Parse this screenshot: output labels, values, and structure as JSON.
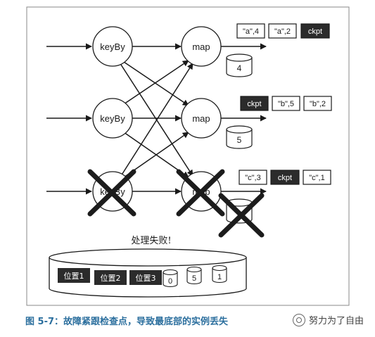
{
  "nodes": {
    "keyby_1": "keyBy",
    "keyby_2": "keyBy",
    "keyby_3": "keyBy",
    "map_1": "map",
    "map_2": "map",
    "map_3": "map"
  },
  "state_stores": {
    "map_1": "4",
    "map_2": "5"
  },
  "output_streams": {
    "row_1": [
      "\"a\",4",
      "\"a\",2",
      "ckpt"
    ],
    "row_2": [
      "ckpt",
      "\"b\",5",
      "\"b\",2"
    ],
    "row_3": [
      "\"c\",3",
      "ckpt",
      "\"c\",1"
    ]
  },
  "failure_label": "处理失败!",
  "storage": {
    "positions": [
      "位置1",
      "位置2",
      "位置3"
    ],
    "snapshots": [
      "0",
      "5",
      "1"
    ]
  },
  "caption": "图 5-7：故障紧跟检查点，导致最底部的实例丢失",
  "watermark": "努力为了自由",
  "colors": {
    "ink": "#1a1a1a",
    "dark_box": "#2b2b2b",
    "caption": "#2c6f9e",
    "cross": "#1c1c1c"
  }
}
